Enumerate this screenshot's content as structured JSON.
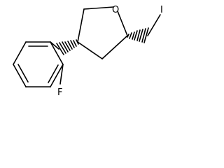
{
  "molecule": {
    "atoms": {
      "O": "O",
      "I": "I",
      "F": "F"
    },
    "colors": {
      "bond": "#000000",
      "background": "#ffffff"
    }
  }
}
